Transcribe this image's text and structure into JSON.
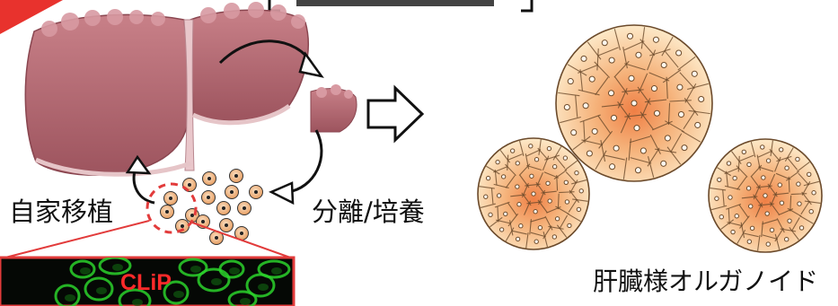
{
  "labels": {
    "autotransplant": "自家移植",
    "isolation_culture": "分離/培養",
    "organoid": "肝臓様オルガノイド",
    "clip_marker": "CLiP"
  },
  "colors": {
    "liver": "#b86a74",
    "liver_light": "#d49aa1",
    "cell_fill": "#f2b47a",
    "organoid_outer": "#fbe3bd",
    "organoid_core": "#f08a52",
    "dashed_circle": "#e23b3b",
    "fluorescence": "#1fb21f",
    "clip_text": "#ff2a2a"
  },
  "icons": [
    "curved-arrow-icon",
    "hollow-right-arrow-icon"
  ]
}
